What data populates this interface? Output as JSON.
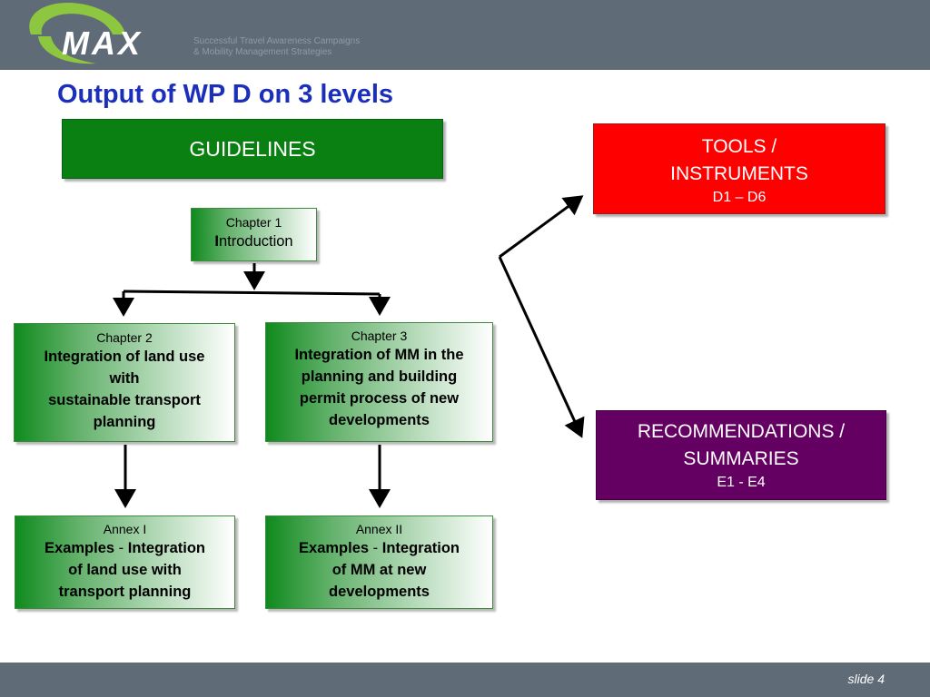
{
  "logo": {
    "wordmark": "MAX",
    "tagline": [
      "Successful Travel Awareness Campaigns",
      "& Mobility Management Strategies"
    ]
  },
  "slide": {
    "title": "Output of WP D on 3 levels",
    "number": "slide 4"
  },
  "guidelines": {
    "label": "GUIDELINES"
  },
  "chapter1": {
    "small": "Chapter 1",
    "big_first": "I",
    "big_rest": "ntroduction"
  },
  "chapter2": {
    "small": "Chapter 2",
    "line1": "Integration of  land use",
    "line2": "with",
    "line3": "sustainable transport",
    "line4": "planning"
  },
  "chapter3": {
    "small": "Chapter 3",
    "line1": "Integration of MM in the",
    "line2": "planning and building",
    "line3": "permit process of new",
    "line4": "developments"
  },
  "annex1": {
    "small": "Annex I",
    "line1_a": "Examples",
    "line1_sep": " - ",
    "line1_b": "Integration",
    "line2": "of land use with",
    "line3": "transport planning"
  },
  "annex2": {
    "small": "Annex II",
    "line1_a": "Examples",
    "line1_sep": " - ",
    "line1_b": "Integration",
    "line2": "of MM at new",
    "line3": "developments"
  },
  "tools": {
    "line1": "TOOLS /",
    "line2": "INSTRUMENTS",
    "sub": "D1  –  D6"
  },
  "recommendations": {
    "line1": "RECOMMENDATIONS /",
    "line2": "SUMMARIES",
    "sub": "E1  -  E4"
  },
  "colors": {
    "header": "#5f6b76",
    "title": "#1c2fbb",
    "guidelines": "#0a8013",
    "tools": "#ff0000",
    "recommendations": "#650063",
    "logo_green": "#8dc63f"
  }
}
